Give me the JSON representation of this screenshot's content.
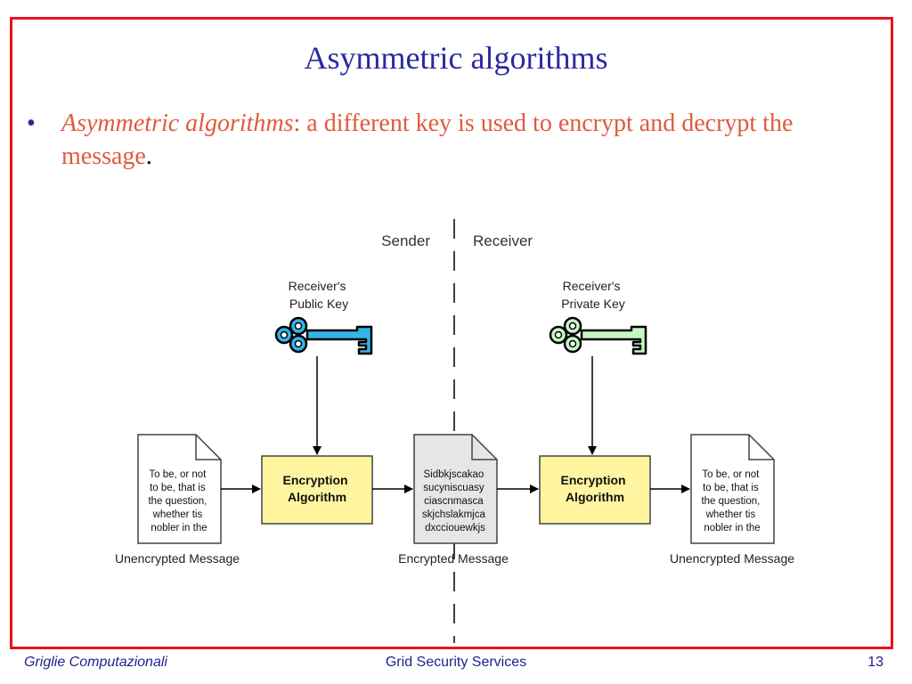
{
  "slide": {
    "title": "Asymmetric algorithms",
    "bullet": {
      "marker": "•",
      "term": "Asymmetric algorithms",
      "rest": ": a different key is used to encrypt and decrypt the message",
      "end": "."
    }
  },
  "diagram": {
    "sender_label": "Sender",
    "receiver_label": "Receiver",
    "public_key_label": [
      "Receiver's",
      "Public Key"
    ],
    "private_key_label": [
      "Receiver's",
      "Private Key"
    ],
    "algorithm_label": [
      "Encryption",
      "Algorithm"
    ],
    "plain_text": [
      "To be, or not",
      "to be, that is",
      "the question,",
      "whether tis",
      "nobler in the"
    ],
    "cipher_text": [
      "Sidbkjscakao",
      "sucyniscuasy",
      "ciascnmasca",
      "skjchslakmjca",
      "dxccioue​wkjs"
    ],
    "unencrypted_caption": "Unencrypted Message",
    "encrypted_caption": "Encrypted Message",
    "colors": {
      "public_key": "#33b5e8",
      "private_key": "#c8f5c4",
      "algorithm_box": "#fff5a0",
      "cipher_doc": "#e6e6e6"
    }
  },
  "footer": {
    "left": "Griglie Computazionali",
    "center": "Grid Security Services",
    "page_number": "13"
  }
}
